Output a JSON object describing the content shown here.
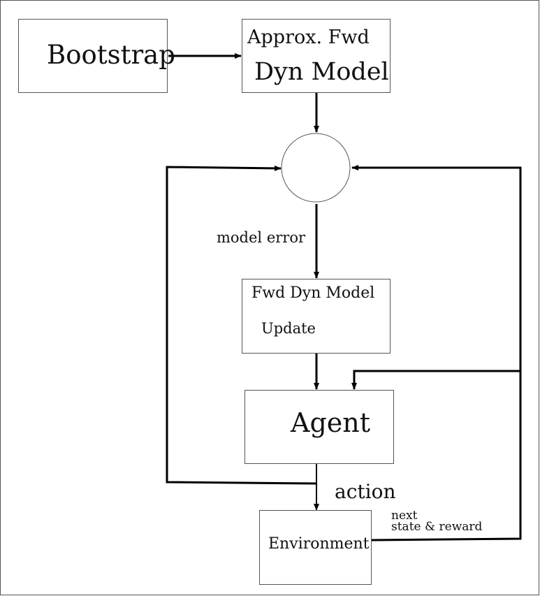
{
  "nodes": {
    "bootstrap": {
      "label": "Bootstrap"
    },
    "approx_model": {
      "line1": "Approx. Fwd",
      "line2": "Dyn Model"
    },
    "model_update": {
      "line1": "Fwd Dyn Model",
      "line2": "Update"
    },
    "agent": {
      "label": "Agent"
    },
    "environment": {
      "label": "Environment"
    }
  },
  "edge_labels": {
    "model_error": "model error",
    "action": "action",
    "next_state_line1": "next",
    "next_state_line2": "state & reward"
  },
  "colors": {
    "line": "#000000",
    "box_border": "#555555",
    "background": "#ffffff"
  }
}
